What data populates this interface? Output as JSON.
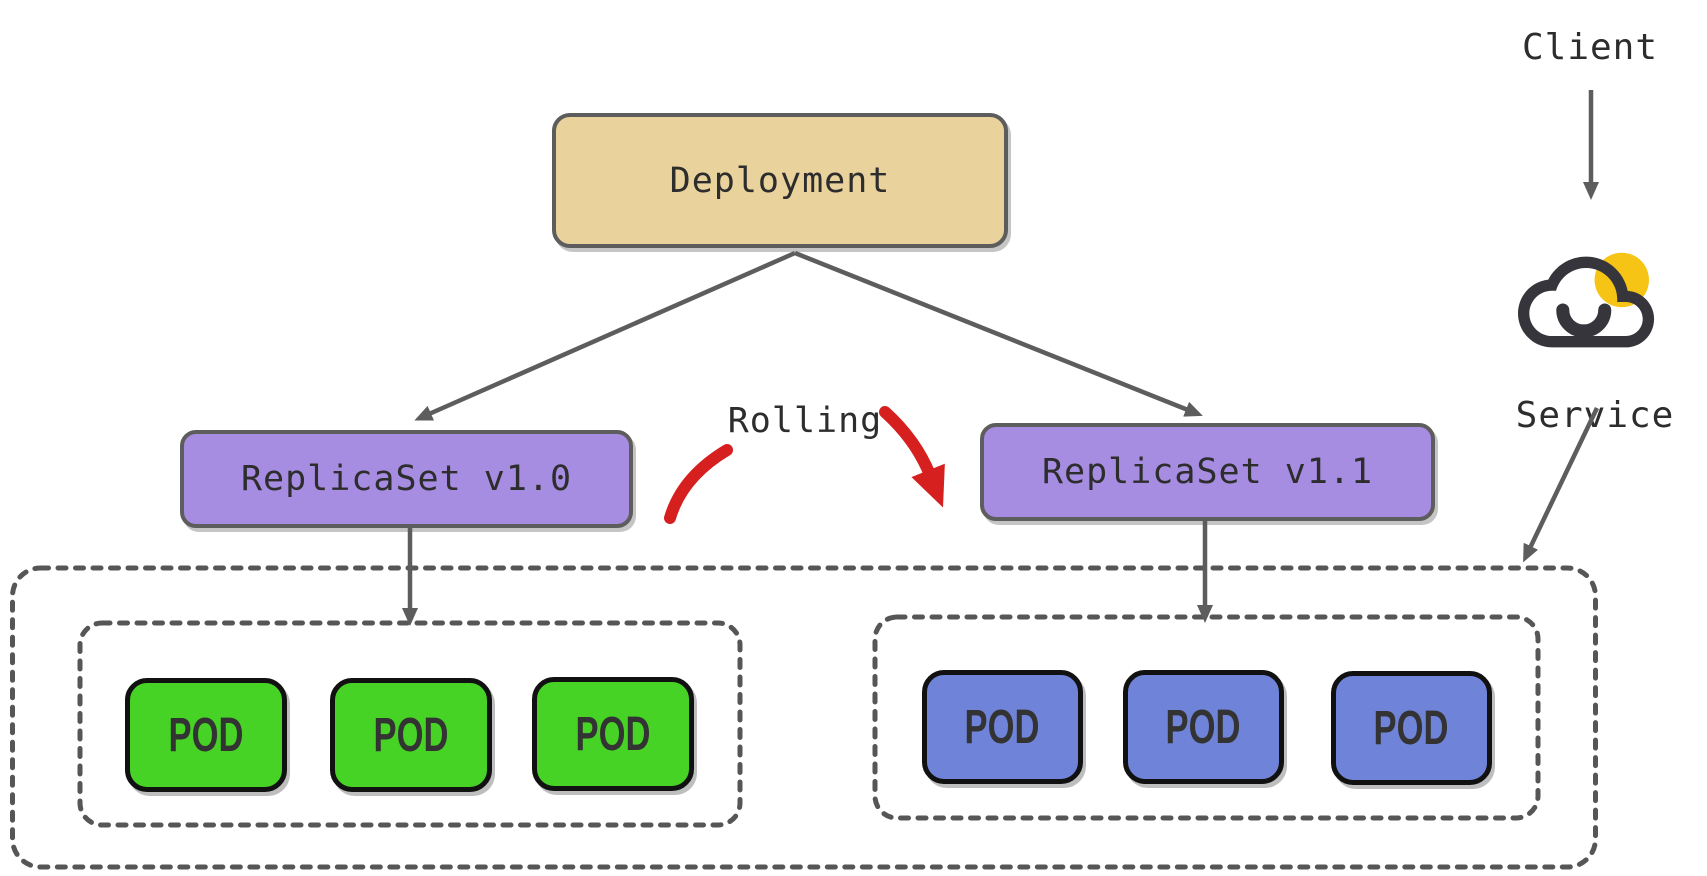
{
  "nodes": {
    "deployment": {
      "label": "Deployment"
    },
    "replicaset_v10": {
      "label": "ReplicaSet v1.0"
    },
    "replicaset_v11": {
      "label": "ReplicaSet v1.1"
    }
  },
  "pods": {
    "v10": {
      "labels": [
        "POD",
        "POD",
        "POD"
      ],
      "count": 3
    },
    "v11": {
      "labels": [
        "POD",
        "POD",
        "POD"
      ],
      "count": 3
    }
  },
  "annotations": {
    "rolling": "Rolling",
    "client": "Client",
    "service": "Service"
  },
  "colors": {
    "deployment_fill": "#e9d29c",
    "replicaset_fill": "#a78de2",
    "pod_green": "#47d226",
    "pod_blue": "#6f83d9",
    "pod_border": "#111111",
    "node_border": "#5d5d5d",
    "dash_gray": "#565656",
    "line_gray": "#5d5d5d",
    "text_dark": "#2d2d2d",
    "rolling_red": "#d61f1f",
    "cloud_dark": "#35353b",
    "cloud_yellow": "#f6c414"
  }
}
